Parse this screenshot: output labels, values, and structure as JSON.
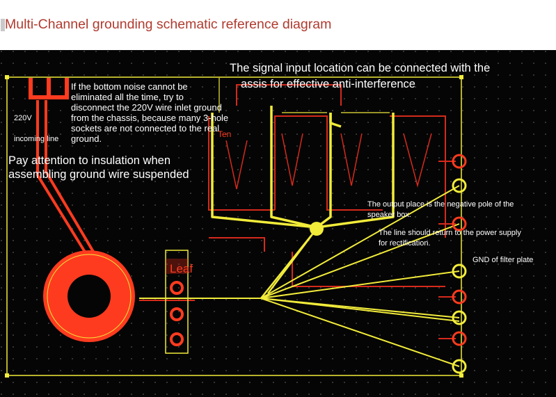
{
  "title": "Multi-Channel grounding schematic reference diagram",
  "labels": {
    "signal_input": "The signal input location can be connected with the",
    "signal_input_2": "assis for effective anti-interference",
    "noise_note": [
      "If the bottom noise cannot be",
      "eliminated all the time, try to",
      "disconnect the 220V wire inlet ground",
      "from the chassis, because many 3-hole",
      "sockets are not connected to the real",
      "ground."
    ],
    "incoming_220": "220V",
    "incoming_line": "incoming line",
    "ten": "Ten",
    "insulation": [
      "Pay attention to insulation when",
      "assembling ground wire suspended"
    ],
    "output_place": [
      "The output place is the negative pole of the",
      "speaker box."
    ],
    "line_return": [
      "The line should return to the power supply",
      "for rectification."
    ],
    "gnd_filter": "GND of filter plate",
    "leaf": "Leaf"
  },
  "colors": {
    "title_text": "#b03a2e",
    "board_bg": "#050505",
    "copper_red": "#ff3b1f",
    "trace_dark_red": "#d62a1c",
    "yellow": "#f2ec3a",
    "white_text": "#ffffff"
  }
}
